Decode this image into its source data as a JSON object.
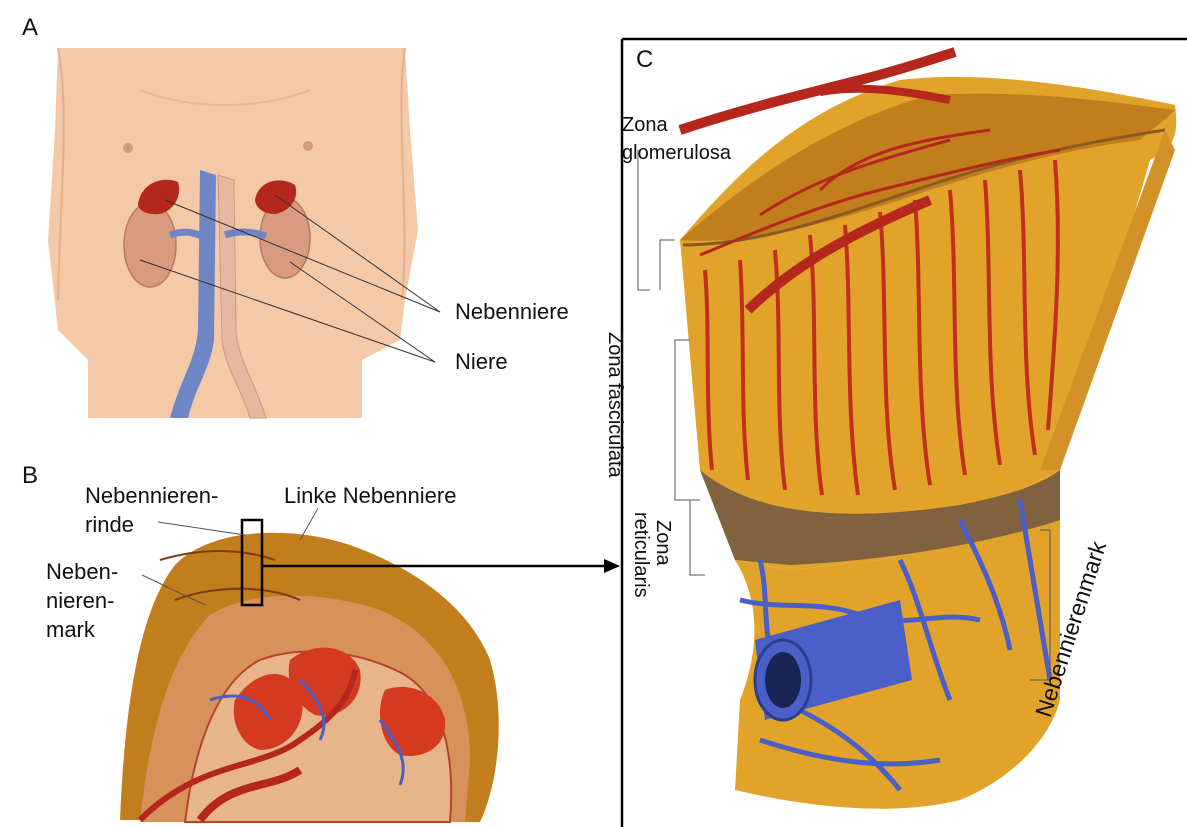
{
  "panels": {
    "a": "A",
    "b": "B",
    "c": "C"
  },
  "labels": {
    "nebenniere": "Nebenniere",
    "niere": "Niere",
    "nnr_line1": "Nebennieren-",
    "nnr_line2": "rinde",
    "linke_nebenniere": "Linke Nebenniere",
    "nnm_line1": "Neben-",
    "nnm_line2": "nieren-",
    "nnm_line3": "mark",
    "zona_glom_line1": "Zona",
    "zona_glom_line2": "glomerulosa",
    "zona_fasciculata": "Zona fasciculata",
    "zona_ret_line1": "Zona",
    "zona_ret_line2": "reticularis",
    "nebennierenmark": "Nebennierenmark"
  },
  "colors": {
    "skin": "#f3c9a8",
    "adrenal": "#b5261c",
    "vein": "#6f86c4",
    "cortex": "#e2a32b",
    "capsule": "#c27d1c",
    "artery": "#c0301f",
    "medulla_vessel": "#4a5fc7"
  }
}
